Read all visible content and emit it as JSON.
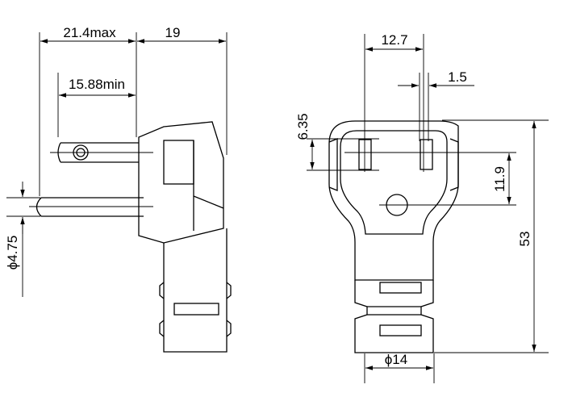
{
  "dimensions": {
    "width_max": "21.4max",
    "head_length": "19",
    "blade_min": "15.88min",
    "pin_dia": "ϕ4.75",
    "blade_spacing": "12.7",
    "blade_thickness": "1.5",
    "blade_width": "6.35",
    "pin_offset": "11.9",
    "height": "53",
    "cord_dia": "ϕ14"
  },
  "colors": {
    "line": "#000000",
    "background": "#ffffff"
  }
}
